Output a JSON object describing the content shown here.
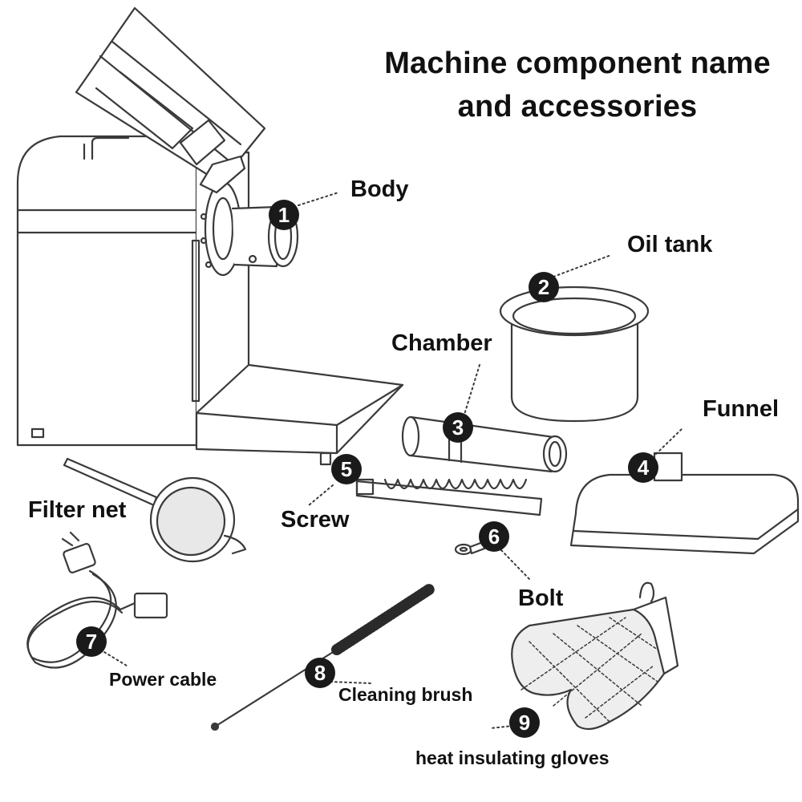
{
  "title_line1": "Machine component name",
  "title_line2": "and accessories",
  "colors": {
    "line": "#3a3a3a",
    "badge": "#1a1a1a",
    "background": "#ffffff"
  },
  "parts": [
    {
      "number": "1",
      "label": "Body"
    },
    {
      "number": "2",
      "label": "Oil tank"
    },
    {
      "number": "3",
      "label": "Chamber"
    },
    {
      "number": "4",
      "label": "Funnel"
    },
    {
      "number": "5",
      "label": "Screw"
    },
    {
      "number": "6",
      "label": "Bolt"
    },
    {
      "number": "7",
      "label": "Power cable"
    },
    {
      "number": "8",
      "label": "Cleaning brush"
    },
    {
      "number": "9",
      "label": "heat insulating gloves"
    },
    {
      "number": "",
      "label": "Filter net"
    }
  ]
}
